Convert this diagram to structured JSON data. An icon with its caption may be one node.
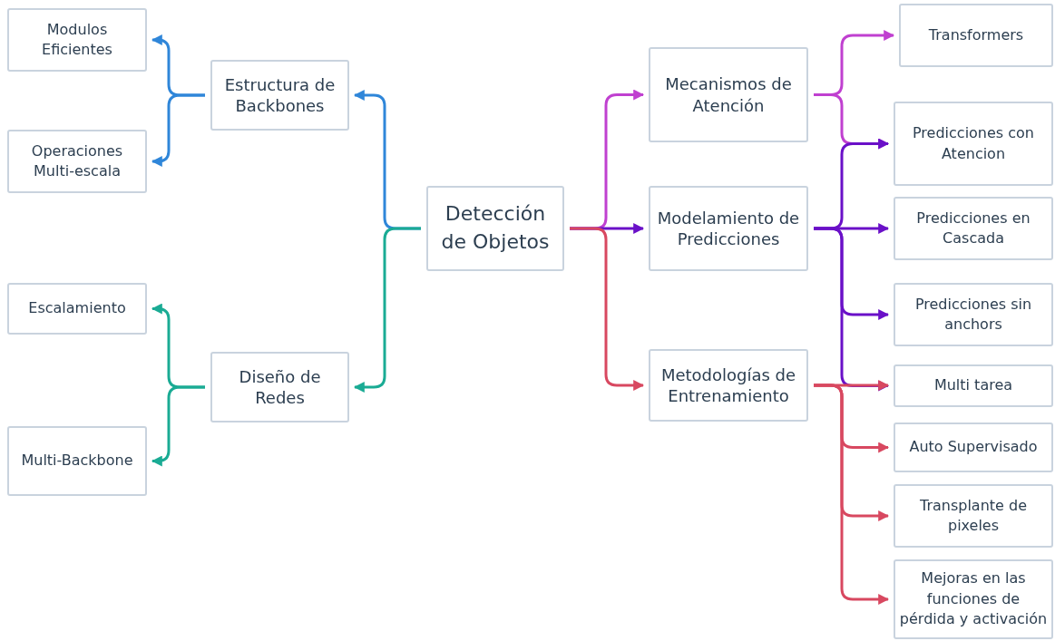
{
  "diagram": {
    "nodes": [
      {
        "text": [
          "Detección de Objetos"
        ]
      },
      {
        "text": [
          "Estructura de Backbones"
        ]
      },
      {
        "text": [
          "Modulos Eficientes"
        ]
      },
      {
        "text": [
          "Operaciones Multi-escala"
        ]
      },
      {
        "text": [
          "Diseño de Redes"
        ]
      },
      {
        "text": [
          "Escalamiento"
        ]
      },
      {
        "text": [
          "Multi-Backbone"
        ]
      },
      {
        "text": [
          "Mecanismos de Atención"
        ]
      },
      {
        "text": [
          "Modelamiento de Predicciones"
        ]
      },
      {
        "text": [
          "Metodologías de Entrenamiento"
        ]
      },
      {
        "text": [
          "Transformers"
        ]
      },
      {
        "text": [
          "Predicciones con Atencion"
        ]
      },
      {
        "text": [
          "Predicciones en Cascada"
        ]
      },
      {
        "text": [
          "Predicciones sin anchors"
        ]
      },
      {
        "text": [
          "Multi tarea"
        ]
      },
      {
        "text": [
          "Auto Supervisado"
        ]
      },
      {
        "text": [
          "Transplante de pixeles"
        ]
      },
      {
        "text": [
          "Mejoras en las funciones de pérdida y activación"
        ]
      }
    ],
    "edges": [
      {
        "from": 0,
        "to": 1,
        "arrow": "to",
        "color": "#2f86d9"
      },
      {
        "from": 1,
        "to": 2,
        "arrow": "to",
        "color": "#2f86d9"
      },
      {
        "from": 1,
        "to": 3,
        "arrow": "to",
        "color": "#2f86d9"
      },
      {
        "from": 0,
        "to": 4,
        "arrow": "to",
        "color": "#1aab94"
      },
      {
        "from": 4,
        "to": 5,
        "arrow": "to",
        "color": "#1aab94"
      },
      {
        "from": 4,
        "to": 6,
        "arrow": "to",
        "color": "#1aab94"
      },
      {
        "from": 0,
        "to": 7,
        "arrow": "to",
        "color": "#c040d0"
      },
      {
        "from": 7,
        "to": 10,
        "arrow": "to",
        "color": "#c040d0"
      },
      {
        "from": 7,
        "to": 11,
        "arrow": "to",
        "color": "#c040d0"
      },
      {
        "from": 0,
        "to": 8,
        "arrow": "to",
        "color": "#6a10c8"
      },
      {
        "from": 8,
        "to": 11,
        "arrow": "to",
        "color": "#6a10c8"
      },
      {
        "from": 8,
        "to": 12,
        "arrow": "to",
        "color": "#6a10c8"
      },
      {
        "from": 8,
        "to": 13,
        "arrow": "to",
        "color": "#6a10c8"
      },
      {
        "from": 8,
        "to": 14,
        "arrow": "to",
        "color": "#6a10c8"
      },
      {
        "from": 0,
        "to": 9,
        "arrow": "to",
        "color": "#d84860"
      },
      {
        "from": 9,
        "to": 14,
        "arrow": "to",
        "color": "#d84860"
      },
      {
        "from": 9,
        "to": 15,
        "arrow": "to",
        "color": "#d84860"
      },
      {
        "from": 9,
        "to": 16,
        "arrow": "to",
        "color": "#d84860"
      },
      {
        "from": 9,
        "to": 17,
        "arrow": "to",
        "color": "#d84860"
      }
    ]
  }
}
